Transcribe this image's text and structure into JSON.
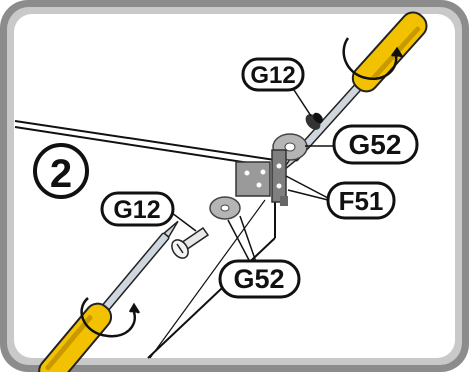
{
  "step": {
    "number": "2"
  },
  "labels": {
    "screw_top": "G12",
    "washer_top": "G52",
    "bracket": "F51",
    "screw_left": "G12",
    "washer_bottom": "G52"
  },
  "colors": {
    "frame_outer": "#8c8c8c",
    "frame_inner": "#c9c9c9",
    "canvas": "#ffffff",
    "handle": "#f2c200",
    "handle_dark": "#c99a00",
    "shaft": "#cfd6de",
    "ink": "#111111",
    "metal": "#9a9a9a"
  },
  "icons": {
    "screwdriver": "screwdriver-icon",
    "rotate": "rotate-arrow-icon",
    "screw": "screw-icon",
    "washer": "washer-icon",
    "bracket": "angle-bracket-icon"
  }
}
